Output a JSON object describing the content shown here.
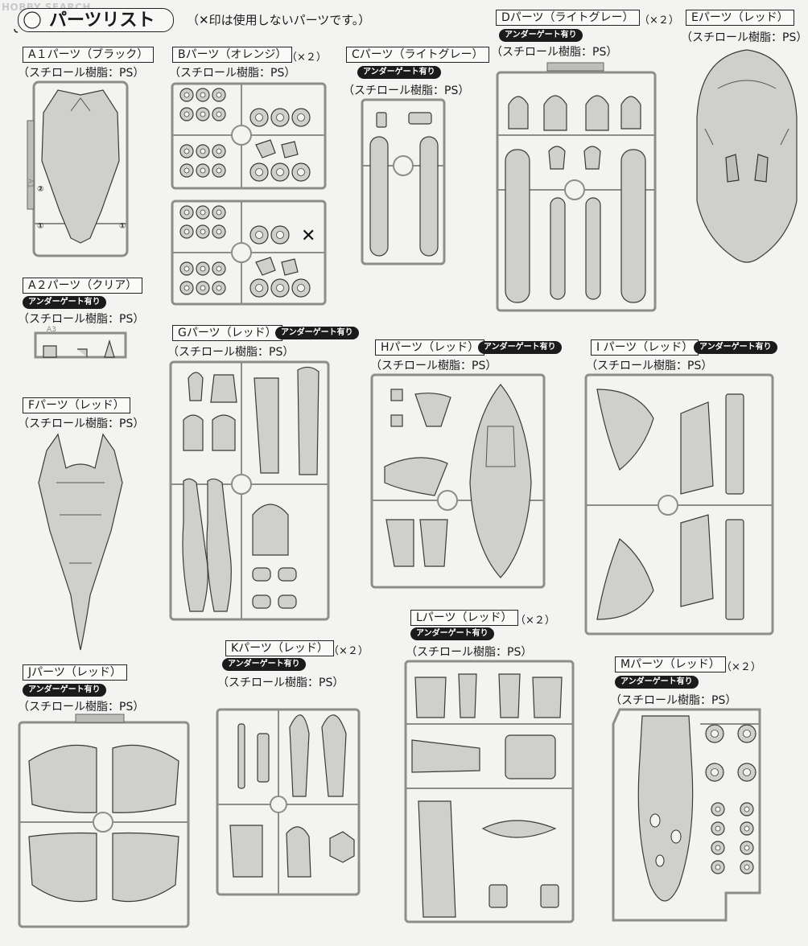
{
  "watermark": "HOBBY SEARCH",
  "title": "パーツリスト",
  "note": "（✕印は使用しないパーツです。）",
  "undergate_label": "アンダーゲート有り",
  "material": "（スチロール樹脂：PS）",
  "parts": {
    "a1": {
      "label": "A１パーツ（ブラック）"
    },
    "b": {
      "label": "Bパーツ（オレンジ）",
      "qty": "（×２）"
    },
    "c": {
      "label": "Cパーツ（ライトグレー）"
    },
    "d": {
      "label": "Dパーツ（ライトグレー）",
      "qty": "（×２）"
    },
    "e": {
      "label": "Eパーツ（レッド）"
    },
    "a2": {
      "label": "A２パーツ（クリア）"
    },
    "f": {
      "label": "Fパーツ（レッド）"
    },
    "g": {
      "label": "Gパーツ（レッド）"
    },
    "h": {
      "label": "Hパーツ（レッド）"
    },
    "i": {
      "label": "I パーツ（レッド）"
    },
    "j": {
      "label": "Jパーツ（レッド）"
    },
    "k": {
      "label": "Kパーツ（レッド）",
      "qty": "（×２）"
    },
    "l": {
      "label": "Lパーツ（レッド）",
      "qty": "（×２）"
    },
    "m": {
      "label": "Mパーツ（レッド）",
      "qty": "（×２）"
    }
  },
  "unused_mark": "✕",
  "runner_codes": {
    "a1": "A1",
    "a2": "A3"
  },
  "colors": {
    "paper": "#f3f3f1",
    "ink": "#1a1a1a",
    "part_fill": "#cfcfcc",
    "runner": "#8d8d8a"
  }
}
